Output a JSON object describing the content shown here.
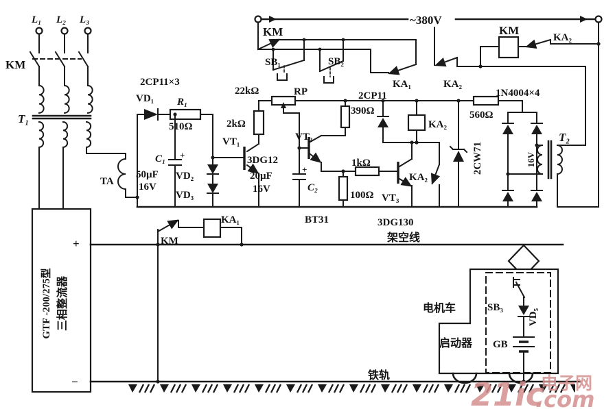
{
  "colors": {
    "ink": "#1a1a1a",
    "paper": "#ffffff",
    "watermark": "#d48f8f"
  },
  "supply": {
    "l1": "L₁",
    "l2": "L₂",
    "l3": "L₃",
    "km_main": "KM",
    "t1": "T₁",
    "ta": "TA",
    "voltage": "~380V"
  },
  "rectifier": {
    "name1": "GTF -200/275型",
    "name2": "三相整流器",
    "plus": "+",
    "minus": "−"
  },
  "bias": {
    "diode_array": "2CP11×3",
    "vd1": "VD₁",
    "r1": "R₁",
    "r1_value": "510Ω",
    "c1": "C₁",
    "c1_value": "50µF",
    "c1_volt": "16V",
    "c1_plus": "+",
    "vd2": "VD₂",
    "vd3": "VD₃",
    "r2k": "2kΩ",
    "vt1": "VT₁",
    "vt1_type": "3DG12",
    "c2_value": "20µF",
    "c2_volt": "16V",
    "c2_plus": "+",
    "c2": "C₂",
    "rp_value": "22kΩ",
    "rp": "RP",
    "vt2": "VT₂",
    "vt2_type": "BT31",
    "r390": "390Ω",
    "vd4": "2CP11",
    "r1k": "1kΩ",
    "r100": "100Ω",
    "vt3": "VT₃",
    "vt3_type": "3DG130"
  },
  "ctrl": {
    "km_aux": "KM",
    "sb1": "SB₁",
    "sb2": "SB₂",
    "ka1_contact": "KA₁",
    "ka2_contact": "KA₂",
    "km_coil": "KM",
    "ka2_contact_top": "KA₂",
    "ka2_coil": "KA₂",
    "ka2_contact_vt3": "KA₂",
    "km_bottom": "KM",
    "ka1_coil": "KA₁"
  },
  "psu": {
    "diodes": "1N4004×4",
    "r560": "560Ω",
    "zener": "2CW71",
    "t2": "T₂",
    "winding": "16V"
  },
  "line": {
    "overhead": "架空线",
    "rail": "铁轨"
  },
  "loco": {
    "name": "电机车",
    "starter": "启动器",
    "sb3": "SB₃",
    "vd5": "VD₅",
    "battery": "GB"
  },
  "watermark": {
    "big": "21ic",
    "cn": "电子网",
    "com": ".com"
  }
}
